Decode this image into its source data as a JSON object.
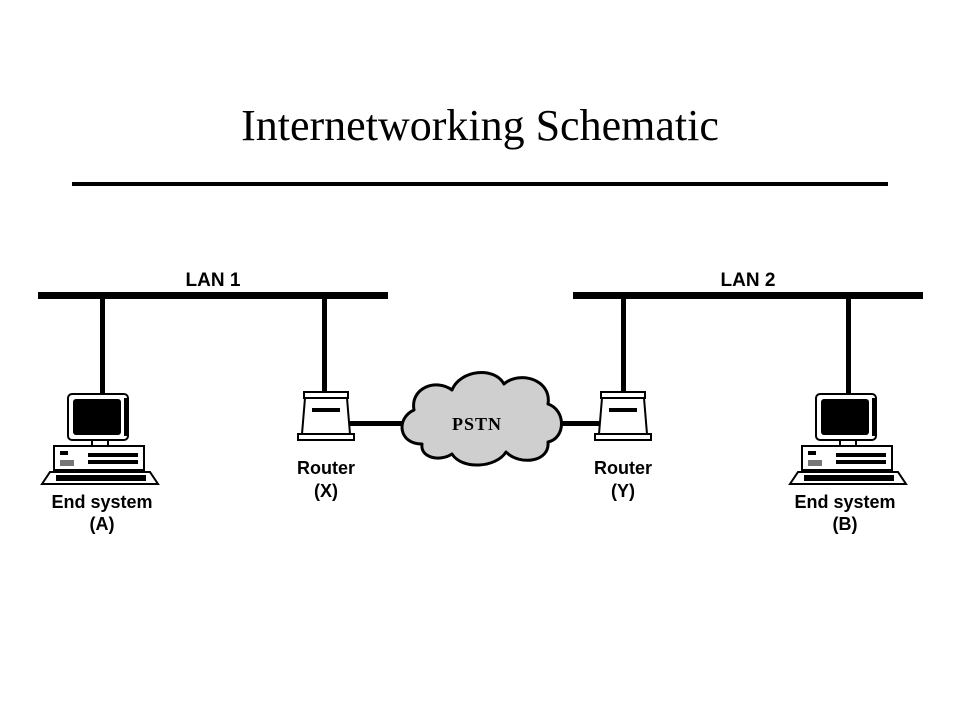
{
  "title": "Internetworking Schematic",
  "networks": {
    "lan1": "LAN 1",
    "lan2": "LAN 2",
    "pstn": "PSTN"
  },
  "devices": {
    "end_system_a": {
      "name": "End system",
      "id": "(A)"
    },
    "router_x": {
      "name": "Router",
      "id": "(X)"
    },
    "router_y": {
      "name": "Router",
      "id": "(Y)"
    },
    "end_system_b": {
      "name": "End system",
      "id": "(B)"
    }
  },
  "icons": [
    "computer-icon",
    "router-icon",
    "cloud-icon"
  ]
}
